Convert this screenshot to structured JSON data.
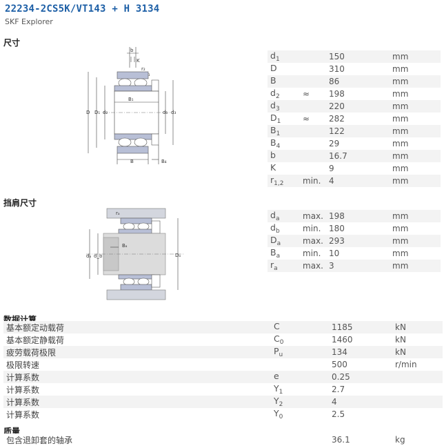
{
  "header": {
    "title": "22234-2CS5K/VT143 + H 3134",
    "subtitle": "SKF Explorer"
  },
  "sections": {
    "dimensions": "尺寸",
    "abutment": "挡肩尺寸",
    "calculation": "数据计算",
    "mass": "质量"
  },
  "dimensions": [
    {
      "sym": "d",
      "sub": "1",
      "qual": "",
      "val": "150",
      "unit": "mm"
    },
    {
      "sym": "D",
      "sub": "",
      "qual": "",
      "val": "310",
      "unit": "mm"
    },
    {
      "sym": "B",
      "sub": "",
      "qual": "",
      "val": "86",
      "unit": "mm"
    },
    {
      "sym": "d",
      "sub": "2",
      "qual": "≈",
      "val": "198",
      "unit": "mm"
    },
    {
      "sym": "d",
      "sub": "3",
      "qual": "",
      "val": "220",
      "unit": "mm"
    },
    {
      "sym": "D",
      "sub": "1",
      "qual": "≈",
      "val": "282",
      "unit": "mm"
    },
    {
      "sym": "B",
      "sub": "1",
      "qual": "",
      "val": "122",
      "unit": "mm"
    },
    {
      "sym": "B",
      "sub": "4",
      "qual": "",
      "val": "29",
      "unit": "mm"
    },
    {
      "sym": "b",
      "sub": "",
      "qual": "",
      "val": "16.7",
      "unit": "mm"
    },
    {
      "sym": "K",
      "sub": "",
      "qual": "",
      "val": "9",
      "unit": "mm"
    },
    {
      "sym": "r",
      "sub": "1,2",
      "qual": "min.",
      "val": "4",
      "unit": "mm"
    }
  ],
  "abutment": [
    {
      "sym": "d",
      "sub": "a",
      "qual": "max.",
      "val": "198",
      "unit": "mm"
    },
    {
      "sym": "d",
      "sub": "b",
      "qual": "min.",
      "val": "180",
      "unit": "mm"
    },
    {
      "sym": "D",
      "sub": "a",
      "qual": "max.",
      "val": "293",
      "unit": "mm"
    },
    {
      "sym": "B",
      "sub": "a",
      "qual": "min.",
      "val": "10",
      "unit": "mm"
    },
    {
      "sym": "r",
      "sub": "a",
      "qual": "max.",
      "val": "3",
      "unit": "mm"
    }
  ],
  "calculation": [
    {
      "name": "基本额定动载荷",
      "sym": "C",
      "sub": "",
      "val": "1185",
      "unit": "kN"
    },
    {
      "name": "基本额定静载荷",
      "sym": "C",
      "sub": "0",
      "val": "1460",
      "unit": "kN"
    },
    {
      "name": "疲劳载荷极限",
      "sym": "P",
      "sub": "u",
      "val": "134",
      "unit": "kN"
    },
    {
      "name": "极限转速",
      "sym": "",
      "sub": "",
      "val": "500",
      "unit": "r/min"
    },
    {
      "name": "计算系数",
      "sym": "e",
      "sub": "",
      "val": "0.25",
      "unit": ""
    },
    {
      "name": "计算系数",
      "sym": "Y",
      "sub": "1",
      "val": "2.7",
      "unit": ""
    },
    {
      "name": "计算系数",
      "sym": "Y",
      "sub": "2",
      "val": "4",
      "unit": ""
    },
    {
      "name": "计算系数",
      "sym": "Y",
      "sub": "0",
      "val": "2.5",
      "unit": ""
    }
  ],
  "mass": {
    "name": "包含退卸套的轴承",
    "val": "36.1",
    "unit": "kg"
  },
  "drawing1_labels": {
    "b": "b",
    "K": "K",
    "r2": "r₂",
    "r1": "r₁",
    "D": "D",
    "D1": "D₁",
    "d2": "d₂",
    "B1": "B₁",
    "d1": "d₁",
    "d3": "d₃",
    "B": "B",
    "B4": "B₄"
  },
  "drawing2_labels": {
    "ra": "rₐ",
    "Ba": "Bₐ",
    "da": "dₐ",
    "db": "d_b",
    "Da": "Dₐ"
  }
}
